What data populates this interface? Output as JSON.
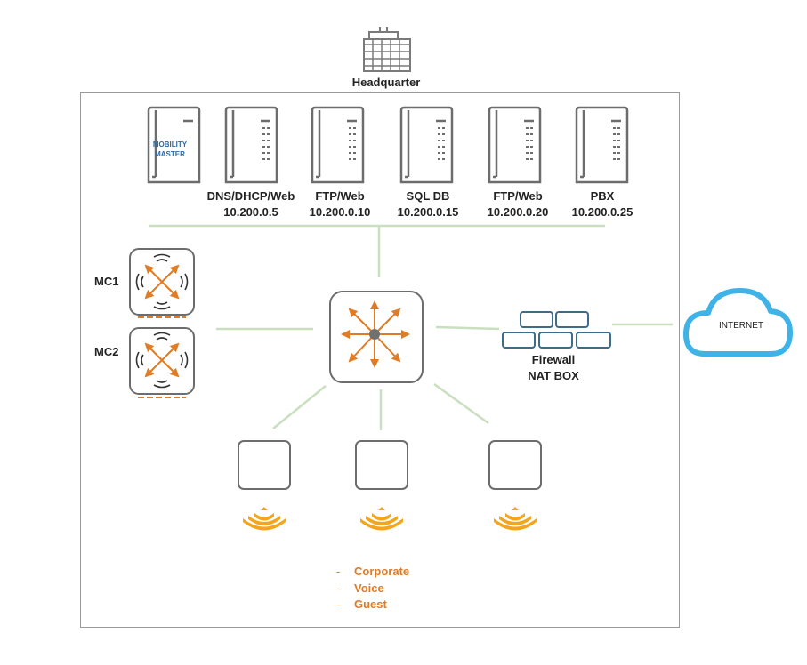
{
  "headquarter": {
    "label": "Headquarter"
  },
  "servers": [
    {
      "id": "mobility-master",
      "line1": "MOBILITY",
      "line2": "MASTER",
      "name": "",
      "ip": ""
    },
    {
      "id": "dns",
      "name": "DNS/DHCP/Web",
      "ip": "10.200.0.5"
    },
    {
      "id": "ftp1",
      "name": "FTP/Web",
      "ip": "10.200.0.10"
    },
    {
      "id": "sqldb",
      "name": "SQL DB",
      "ip": "10.200.0.15"
    },
    {
      "id": "ftp2",
      "name": "FTP/Web",
      "ip": "10.200.0.20"
    },
    {
      "id": "pbx",
      "name": "PBX",
      "ip": "10.200.0.25"
    }
  ],
  "controllers": [
    {
      "label": "MC1"
    },
    {
      "label": "MC2"
    }
  ],
  "firewall": {
    "line1": "Firewall",
    "line2": "NAT BOX"
  },
  "internet": {
    "label": "INTERNET"
  },
  "ssids": [
    "Corporate",
    "Voice",
    "Guest"
  ],
  "colors": {
    "accent_orange": "#e07b26",
    "ap_signal_orange": "#f3a51d",
    "link_green": "#c9dfbf",
    "firewall_blue": "#3c6c87",
    "cloud_blue": "#3fb3e8",
    "device_gray": "#707070"
  }
}
